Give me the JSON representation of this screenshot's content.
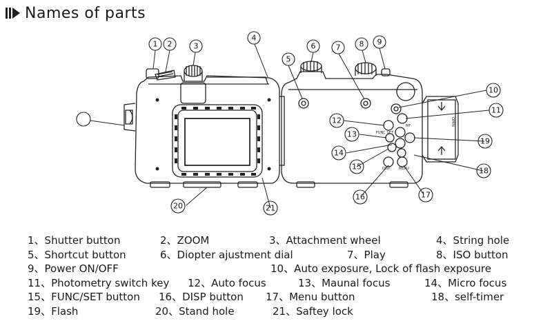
{
  "title": "Names of parts",
  "callouts": [
    "1",
    "2",
    "3",
    "4",
    "5",
    "6",
    "7",
    "8",
    "9",
    "10",
    "11",
    "12",
    "13",
    "14",
    "15",
    "16",
    "17",
    "18",
    "19",
    "20",
    "21"
  ],
  "housing_labels": {
    "func_set": "FUNC SET",
    "disp": "DISP",
    "menu": "MENU",
    "open_label": "OPEN",
    "mf": "MF"
  },
  "legend": [
    [
      "1、Shutter button",
      "2、ZOOM",
      "3、Attachment wheel",
      "4、String hole"
    ],
    [
      "5、Shortcut button",
      "6、Diopter ajustment dial",
      "7、Play",
      "8、ISO button"
    ],
    [
      "9、Power ON/OFF",
      "10、Auto exposure, Lock of flash exposure"
    ],
    [
      "11、Photometry switch key",
      "12、Auto focus",
      "13、Maunal focus",
      "14、Micro focus"
    ],
    [
      "15、FUNC/SET button",
      "16、DISP button",
      "17、Menu button",
      "18、self-timer"
    ],
    [
      "19、Flash",
      "20、Stand hole",
      "21、Saftey lock"
    ]
  ]
}
